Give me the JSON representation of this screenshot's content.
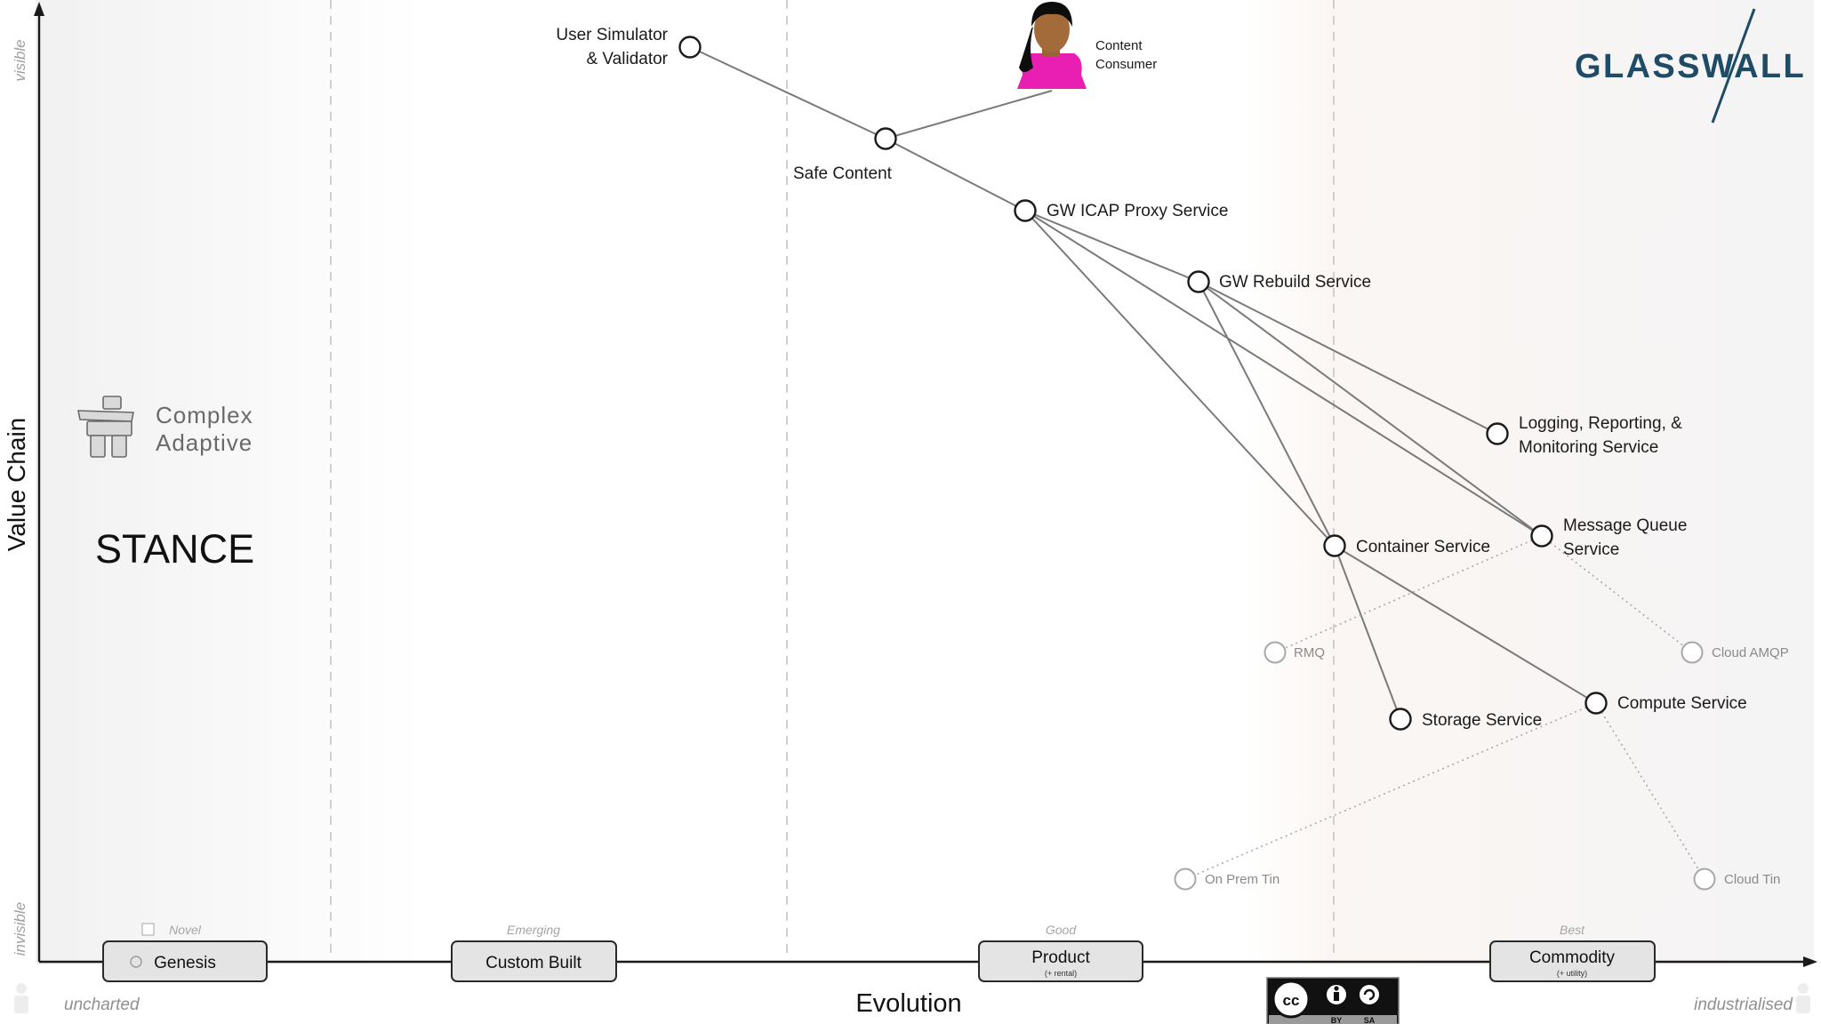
{
  "axes": {
    "y_label": "Value Chain",
    "y_top": "visible",
    "y_bottom": "invisible",
    "x_label": "Evolution",
    "x_left": "uncharted",
    "x_right": "industrialised"
  },
  "stages": [
    {
      "label": "Genesis",
      "sub": "",
      "qualifier": "Novel"
    },
    {
      "label": "Custom Built",
      "sub": "",
      "qualifier": "Emerging"
    },
    {
      "label": "Product",
      "sub": "(+ rental)",
      "qualifier": "Good"
    },
    {
      "label": "Commodity",
      "sub": "(+ utility)",
      "qualifier": "Best"
    }
  ],
  "brand": {
    "logo": "GLASSWALL",
    "color": "#1e4b66"
  },
  "stance": {
    "line1": "Complex",
    "line2": "Adaptive",
    "title": "STANCE"
  },
  "user": {
    "line1": "Content",
    "line2": "Consumer",
    "top_color": "#e91fb4"
  },
  "nodes": [
    {
      "id": "user-sim",
      "lines": [
        "User Simulator",
        "& Validator"
      ]
    },
    {
      "id": "safe-content",
      "lines": [
        "Safe Content"
      ]
    },
    {
      "id": "icap",
      "lines": [
        "GW ICAP Proxy Service"
      ]
    },
    {
      "id": "rebuild",
      "lines": [
        "GW Rebuild Service"
      ]
    },
    {
      "id": "logging",
      "lines": [
        "Logging, Reporting, &",
        "Monitoring Service"
      ]
    },
    {
      "id": "mq",
      "lines": [
        "Message Queue",
        "Service"
      ]
    },
    {
      "id": "container",
      "lines": [
        "Container Service"
      ]
    },
    {
      "id": "storage",
      "lines": [
        "Storage Service"
      ]
    },
    {
      "id": "compute",
      "lines": [
        "Compute Service"
      ]
    },
    {
      "id": "rmq",
      "lines": [
        "RMQ"
      ]
    },
    {
      "id": "cloud-amqp",
      "lines": [
        "Cloud AMQP"
      ]
    },
    {
      "id": "on-prem-tin",
      "lines": [
        "On Prem Tin"
      ]
    },
    {
      "id": "cloud-tin",
      "lines": [
        "Cloud Tin"
      ]
    }
  ],
  "license": {
    "badge": "cc",
    "by": "BY",
    "sa": "SA"
  }
}
